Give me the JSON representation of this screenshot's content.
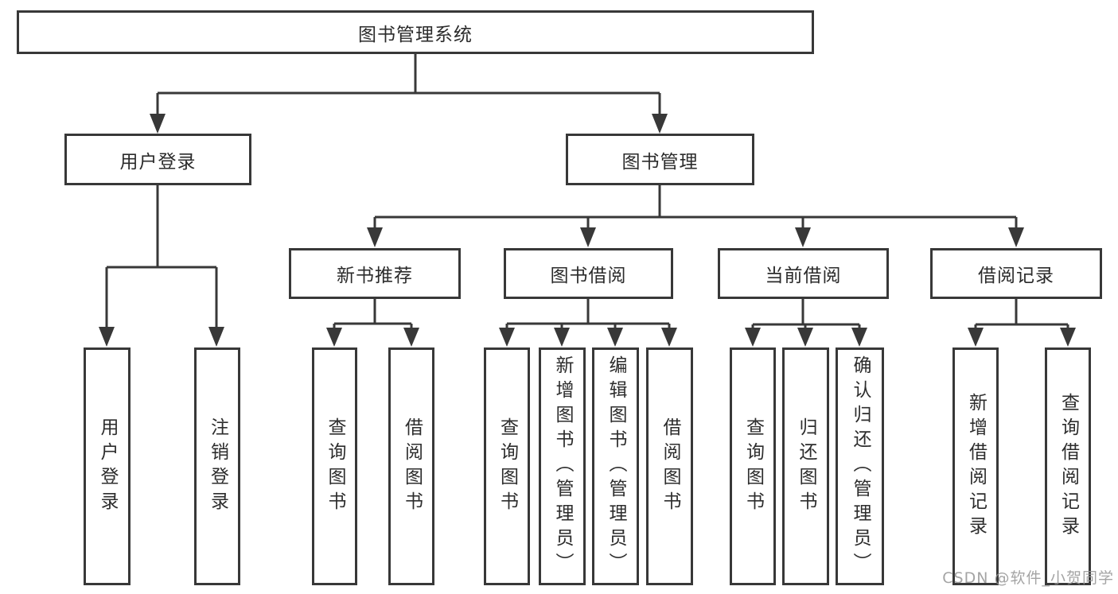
{
  "nodes": {
    "root": "图书管理系统",
    "user_login": "用户登录",
    "book_management": "图书管理",
    "new_book_recommend": "新书推荐",
    "book_borrow": "图书借阅",
    "current_borrow": "当前借阅",
    "borrow_record": "借阅记录",
    "leaf_user_login": "用户登录",
    "leaf_logout": "注销登录",
    "leaf_query_book_1": "查询图书",
    "leaf_borrow_book_1": "借阅图书",
    "leaf_query_book_2": "查询图书",
    "leaf_add_book": "新增图书（管理员）",
    "leaf_edit_book": "编辑图书（管理员）",
    "leaf_borrow_book_2": "借阅图书",
    "leaf_query_book_3": "查询图书",
    "leaf_return_book": "归还图书",
    "leaf_confirm_return": "确认归还（管理员）",
    "leaf_add_record": "新增借阅记录",
    "leaf_query_record": "查询借阅记录"
  },
  "hierarchy": {
    "图书管理系统": [
      "用户登录",
      "图书管理"
    ],
    "用户登录": [
      "用户登录",
      "注销登录"
    ],
    "图书管理": [
      "新书推荐",
      "图书借阅",
      "当前借阅",
      "借阅记录"
    ],
    "新书推荐": [
      "查询图书",
      "借阅图书"
    ],
    "图书借阅": [
      "查询图书",
      "新增图书（管理员）",
      "编辑图书（管理员）",
      "借阅图书"
    ],
    "当前借阅": [
      "查询图书",
      "归还图书",
      "确认归还（管理员）"
    ],
    "借阅记录": [
      "新增借阅记录",
      "查询借阅记录"
    ]
  },
  "watermark": "CSDN @软件_小贺同学",
  "colors": {
    "line": "#383838",
    "text": "#2b2b2b",
    "box_background": "#ffffff",
    "watermark": "#949494"
  }
}
